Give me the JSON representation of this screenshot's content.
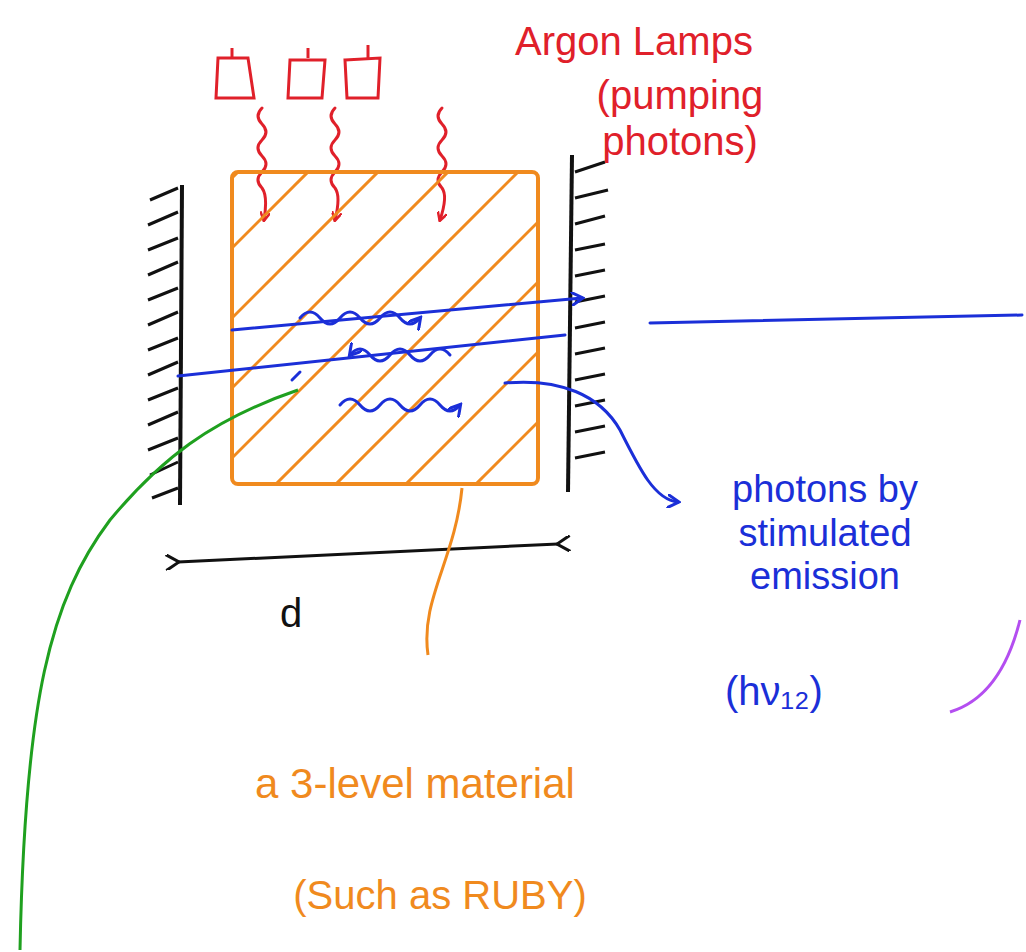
{
  "diagram": {
    "labels": [
      "Argon Lamps",
      "(pumping photons)",
      "photons by stimulated emission",
      "(hν₁₂)",
      "d",
      "a 3-level material",
      "(Such as RUBY)"
    ]
  }
}
